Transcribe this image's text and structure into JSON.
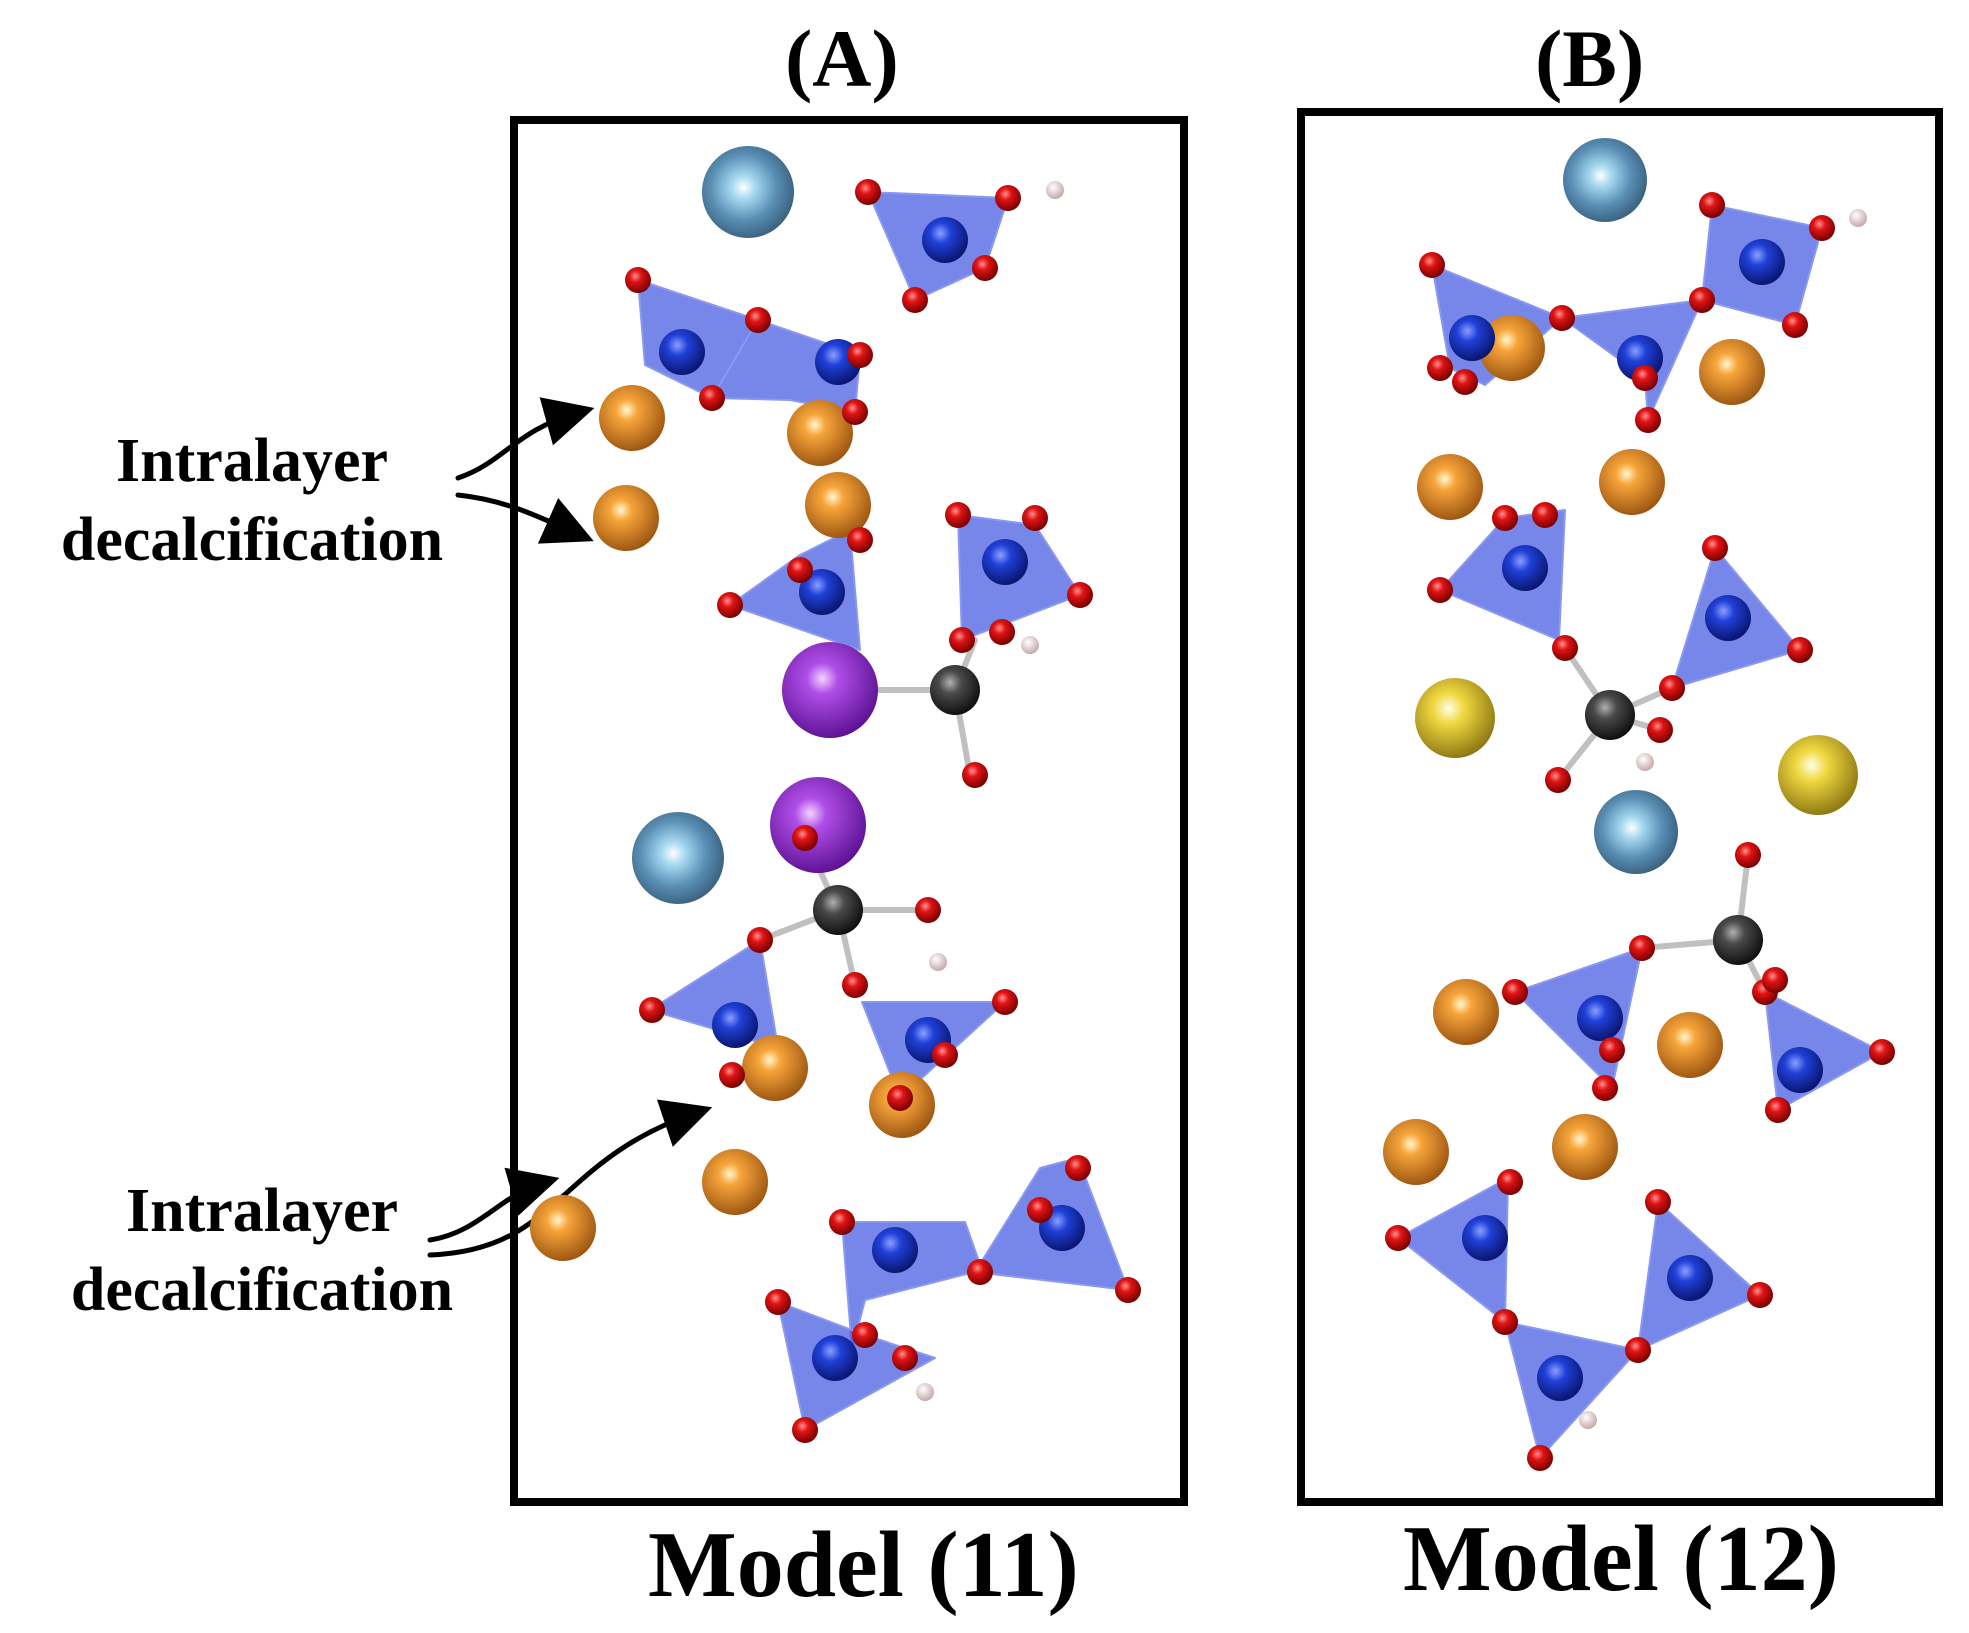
{
  "panels": [
    {
      "id": "A",
      "title": "(A)",
      "model_label": "Model (11)"
    },
    {
      "id": "B",
      "title": "(B)",
      "model_label": "Model (12)"
    }
  ],
  "annotations": [
    {
      "line1": "Intralayer",
      "line2": "decalcification"
    },
    {
      "line1": "Intralayer",
      "line2": "decalcification"
    }
  ],
  "atom_colors": {
    "calcium": "#e08a2a",
    "oxygen": "#e01414",
    "silicon": "#2040d8",
    "carbon": "#4a4a4a",
    "hydrogen": "#f2d6d6",
    "potassium": "#a23cd8",
    "sodium": "#f0d840",
    "blue_grey_ion": "#5a8fb5",
    "tetrahedron": "#4158e0"
  }
}
